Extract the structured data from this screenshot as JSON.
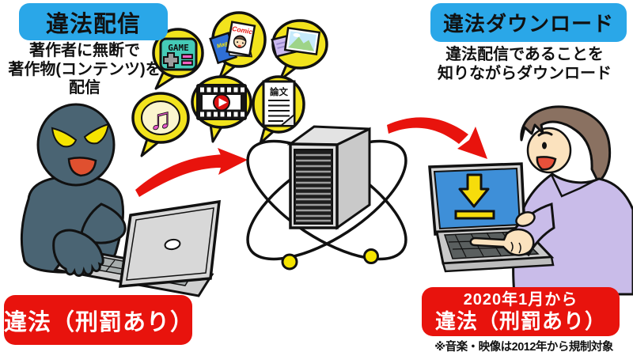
{
  "headers": {
    "left_title": "違法配信",
    "right_title": "違法ダウンロード"
  },
  "descriptions": {
    "left_line1": "著作者に無断で",
    "left_line2": "著作物(コンテンツ)を",
    "left_line3": "配信",
    "right_line1": "違法配信であることを",
    "right_line2": "知りながらダウンロード"
  },
  "verdicts": {
    "left": "違法（刑罰あり）",
    "right_line1": "2020年1月から",
    "right_line2": "違法（刑罰あり）",
    "footnote": "※音楽・映像は2012年から規制対象"
  },
  "content_bubbles": {
    "items": [
      "game",
      "comic-magazine",
      "photos",
      "music",
      "video",
      "academic-paper"
    ],
    "game_label": "GAME",
    "comic_label": "Comic",
    "magazine_label": "Mag",
    "music_glyph": "♫",
    "paper_label": "論文"
  },
  "colors": {
    "header_blue": "#2AA7E8",
    "alert_red": "#E8130D",
    "bubble_yellow": "#F2E31D",
    "game_teal": "#45CBB7",
    "music_pink": "#E657C9",
    "body_dark": "#4A6473",
    "eye_yellow": "#F5E400",
    "skin": "#FBE2BE",
    "hair_brown": "#8A7161",
    "shirt_purple": "#C9BCE9",
    "screen_blue": "#3E8FD8",
    "download_yellow": "#F6DC0B",
    "play_red": "#DD1111"
  }
}
